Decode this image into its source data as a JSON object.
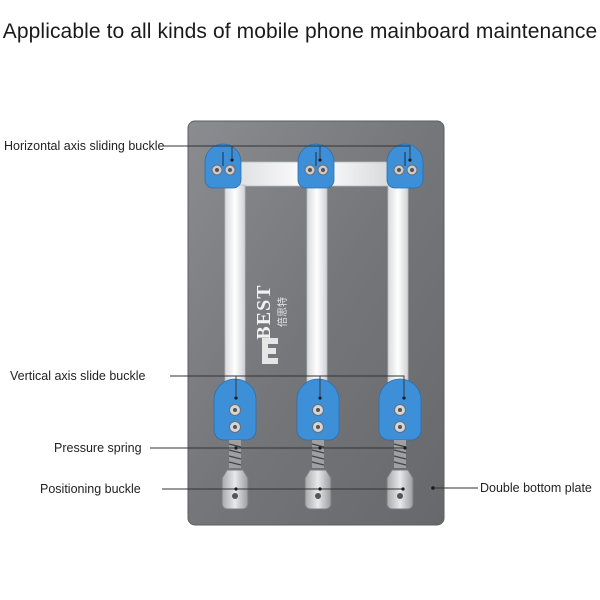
{
  "title": "Applicable to all kinds of mobile phone mainboard maintenance",
  "brand": {
    "logo_text": "BEST",
    "logo_subtext": "倍思特",
    "plate_color": "#7a7c80",
    "clamp_color": "#3d8fd8"
  },
  "labels": {
    "horizontal_axis": "Horizontal axis sliding buckle",
    "vertical_axis": "Vertical axis slide buckle",
    "pressure_spring": "Pressure spring",
    "positioning_buckle": "Positioning buckle",
    "double_bottom_plate": "Double bottom plate"
  }
}
